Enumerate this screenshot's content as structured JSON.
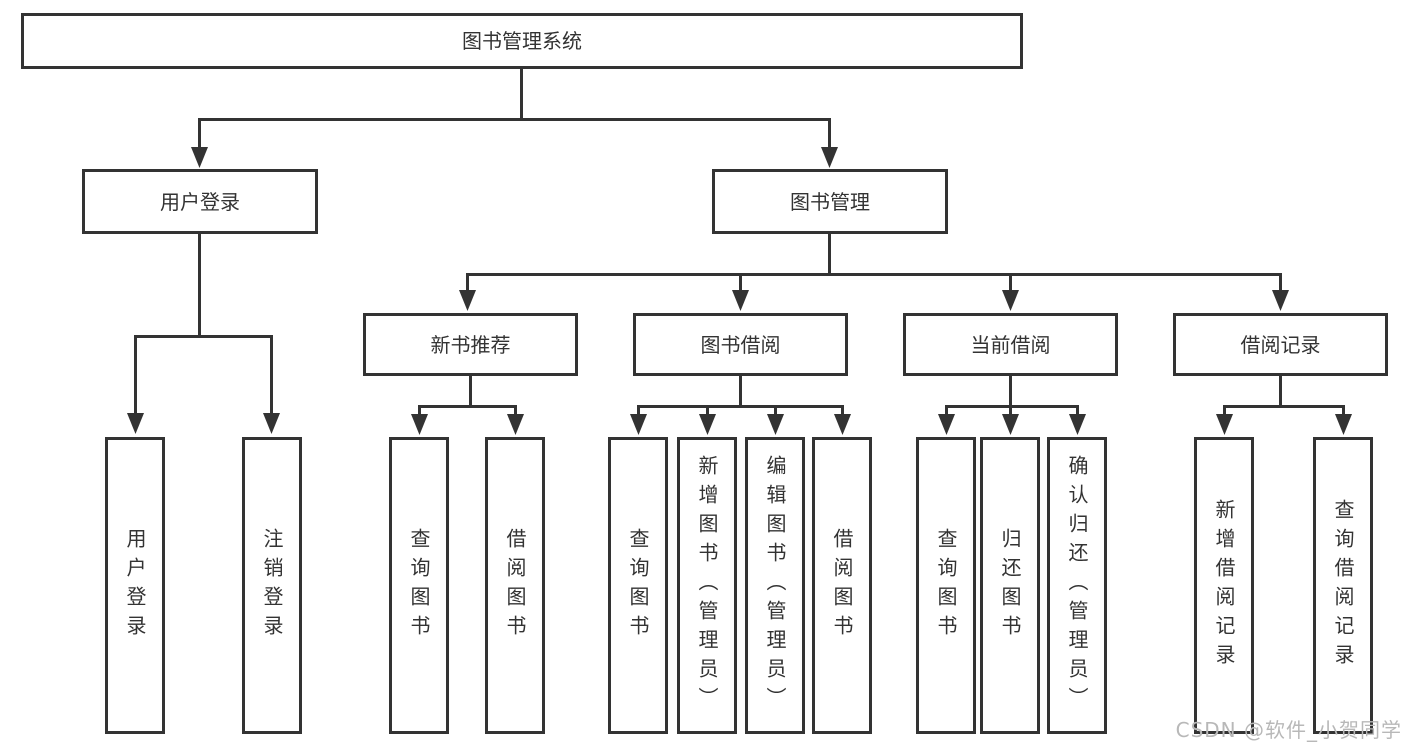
{
  "colors": {
    "line": "#333333",
    "text": "#333333",
    "watermark": "#b8b8b8",
    "background": "#ffffff"
  },
  "watermark": {
    "text": "CSDN @软件_小贺同学"
  },
  "tree": {
    "label": "图书管理系统",
    "children": [
      {
        "label": "用户登录",
        "children": [
          {
            "label": "用户登录"
          },
          {
            "label": "注销登录"
          }
        ]
      },
      {
        "label": "图书管理",
        "children": [
          {
            "label": "新书推荐",
            "children": [
              {
                "label": "查询图书"
              },
              {
                "label": "借阅图书"
              }
            ]
          },
          {
            "label": "图书借阅",
            "children": [
              {
                "label": "查询图书"
              },
              {
                "label": "新增图书（管理员）"
              },
              {
                "label": "编辑图书（管理员）"
              },
              {
                "label": "借阅图书"
              }
            ]
          },
          {
            "label": "当前借阅",
            "children": [
              {
                "label": "查询图书"
              },
              {
                "label": "归还图书"
              },
              {
                "label": "确认归还（管理员）"
              }
            ]
          },
          {
            "label": "借阅记录",
            "children": [
              {
                "label": "新增借阅记录"
              },
              {
                "label": "查询借阅记录"
              }
            ]
          }
        ]
      }
    ]
  }
}
